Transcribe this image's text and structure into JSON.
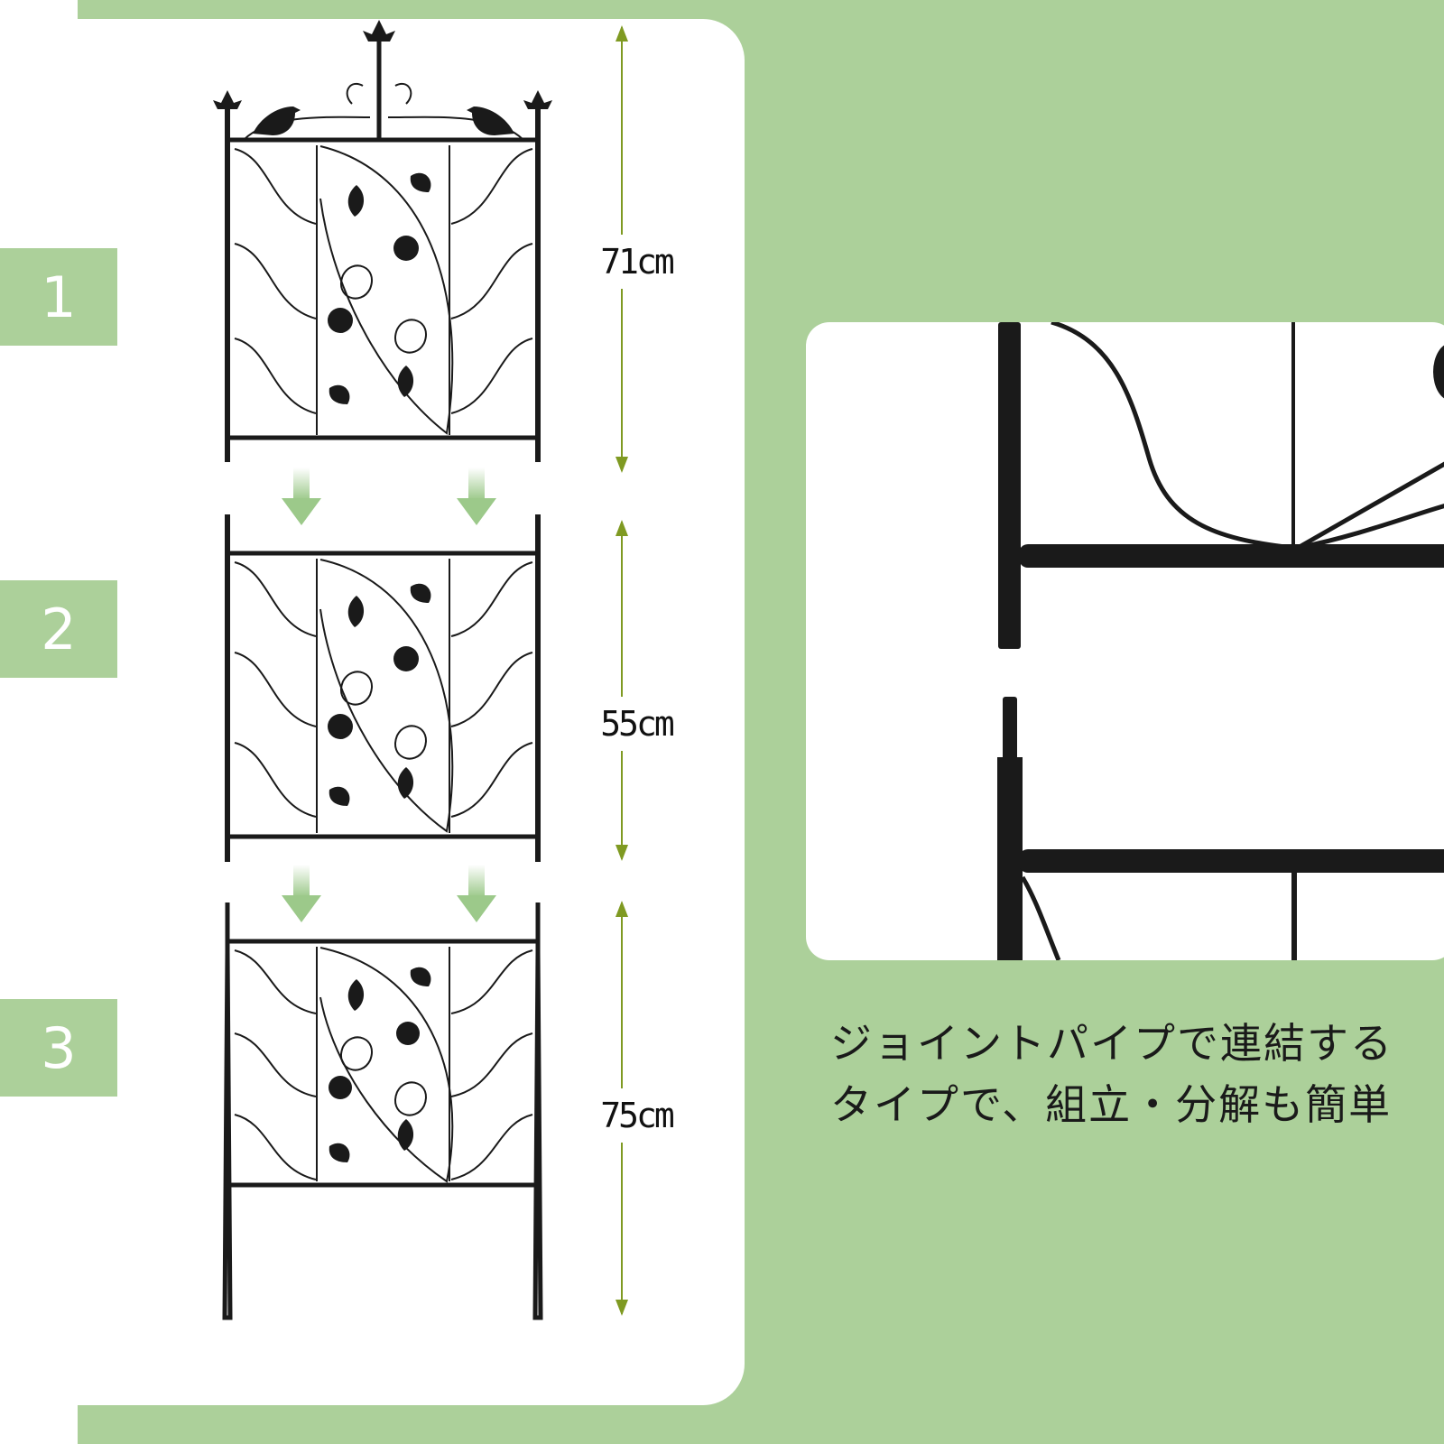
{
  "steps": [
    {
      "number": "1",
      "height_label": "71cm"
    },
    {
      "number": "2",
      "height_label": "55cm"
    },
    {
      "number": "3",
      "height_label": "75cm"
    }
  ],
  "caption": {
    "line1": "ジョイントパイプで連結する",
    "line2": "タイプで、組立・分解も簡単"
  },
  "colors": {
    "background_green": "#acd09a",
    "card_white": "#ffffff",
    "dimension_arrow": "#7f9a22",
    "assembly_arrow": "#9cc98a",
    "metal": "#1a1a1a"
  },
  "icons": {
    "assembly_arrow": "arrow-down-icon",
    "dimension": "double-arrow-vertical-icon"
  }
}
